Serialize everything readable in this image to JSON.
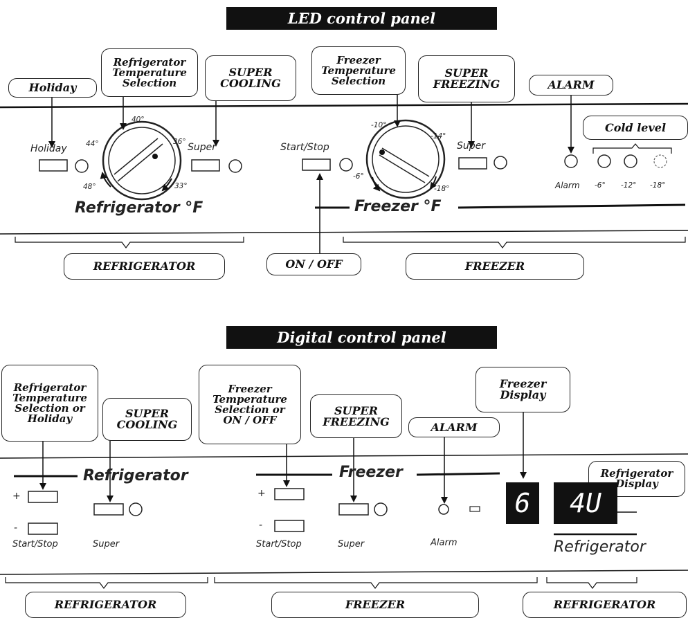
{
  "led_panel": {
    "title": "LED control panel",
    "callouts": {
      "holiday": "Holiday",
      "refrigerator_temperature_selection": "Refrigerator\nTemperature\nSelection",
      "super_cooling": "SUPER\nCOOLING",
      "freezer_temperature_selection": "Freezer\nTemperature\nSelection",
      "super_freezing": "SUPER\nFREEZING",
      "alarm": "ALARM",
      "cold_level": "Cold level",
      "on_off": "ON / OFF",
      "refrigerator_group": "REFRIGERATOR",
      "freezer_group": "FREEZER"
    },
    "panel_labels": {
      "holiday": "Holiday",
      "super_fridge": "Super",
      "refrigerator_f": "Refrigerator °F",
      "start_stop": "Start/Stop",
      "super_freezer": "Super",
      "freezer_f": "Freezer °F",
      "alarm": "Alarm",
      "cold_levels": [
        "-6°",
        "-12°",
        "-18°"
      ]
    },
    "fridge_dial": [
      "40°",
      "44°",
      "36°",
      "48°",
      "33°"
    ],
    "freezer_dial": [
      "-10°",
      "-14°",
      "-6°",
      "-18°"
    ]
  },
  "digital_panel": {
    "title": "Digital control panel",
    "callouts": {
      "refrigerator_temperature_selection_or_holiday": "Refrigerator\nTemperature\nSelection or\nHoliday",
      "super_cooling": "SUPER\nCOOLING",
      "freezer_temperature_selection_or_on_off": "Freezer\nTemperature\nSelection or\nON / OFF",
      "super_freezing": "SUPER\nFREEZING",
      "alarm": "ALARM",
      "freezer_display": "Freezer\nDisplay",
      "refrigerator_display": "Refrigerator\nDisplay",
      "refrigerator_group": "REFRIGERATOR",
      "freezer_group": "FREEZER",
      "refrigerator_group_right": "REFRIGERATOR"
    },
    "panel_labels": {
      "refrigerator_header": "Refrigerator",
      "plus_fridge": "+",
      "minus_fridge": "-",
      "start_stop_fridge": "Start/Stop",
      "super_fridge": "Super",
      "freezer_header": "Freezer",
      "plus_freezer": "+",
      "minus_freezer": "-",
      "start_stop_freezer": "Start/Stop",
      "super_freezer": "Super",
      "alarm": "Alarm",
      "refrigerator_footer": "Refrigerator"
    },
    "displays": {
      "freezer_value": "6",
      "refrigerator_value": "4U"
    }
  }
}
